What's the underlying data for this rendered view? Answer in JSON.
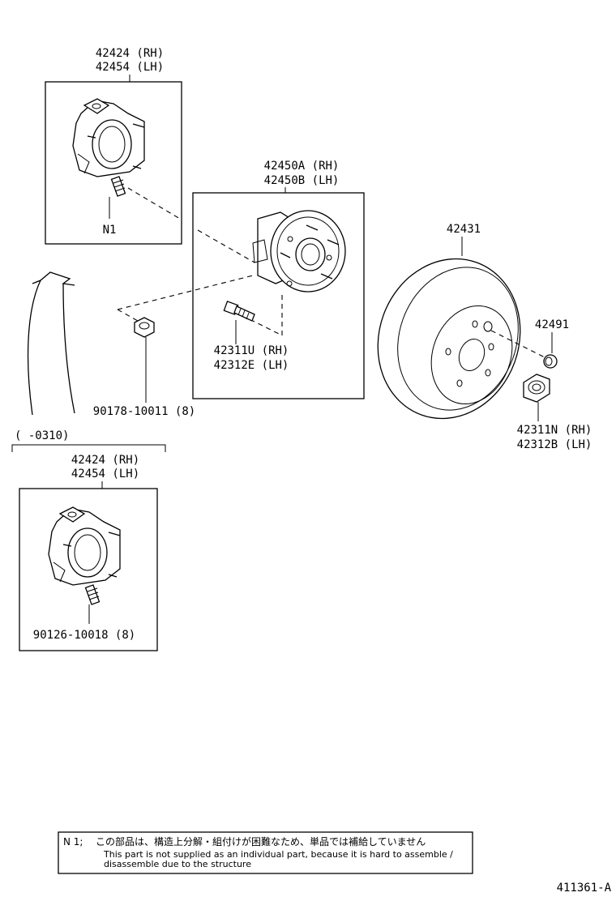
{
  "parts": {
    "knuckle_top": {
      "line1": "42424 (RH)",
      "line2": "42454 (LH)"
    },
    "note_ref": "N1",
    "hub_bearing": {
      "line1": "42450A (RH)",
      "line2": "42450B (LH)"
    },
    "hub_bolt": {
      "line1": "42311U (RH)",
      "line2": "42312E (LH)"
    },
    "nut": "90178-10011 (8)",
    "disc": "42431",
    "plug": "42491",
    "lug_nut": {
      "line1": "42311N (RH)",
      "line2": "42312B (LH)"
    },
    "knuckle_bottom": {
      "range": "(      -0310)",
      "line1": "42424 (RH)",
      "line2": "42454 (LH)",
      "stud": "90126-10018 (8)"
    }
  },
  "note": {
    "ref": "N 1;",
    "japanese": "この部品は、構造上分解・組付けが困難なため、単品では補給していません",
    "english_line1": "This part is not supplied as an individual part, because it is hard to assemble /",
    "english_line2": "disassemble due to the structure"
  },
  "figure_id": "411361-A"
}
